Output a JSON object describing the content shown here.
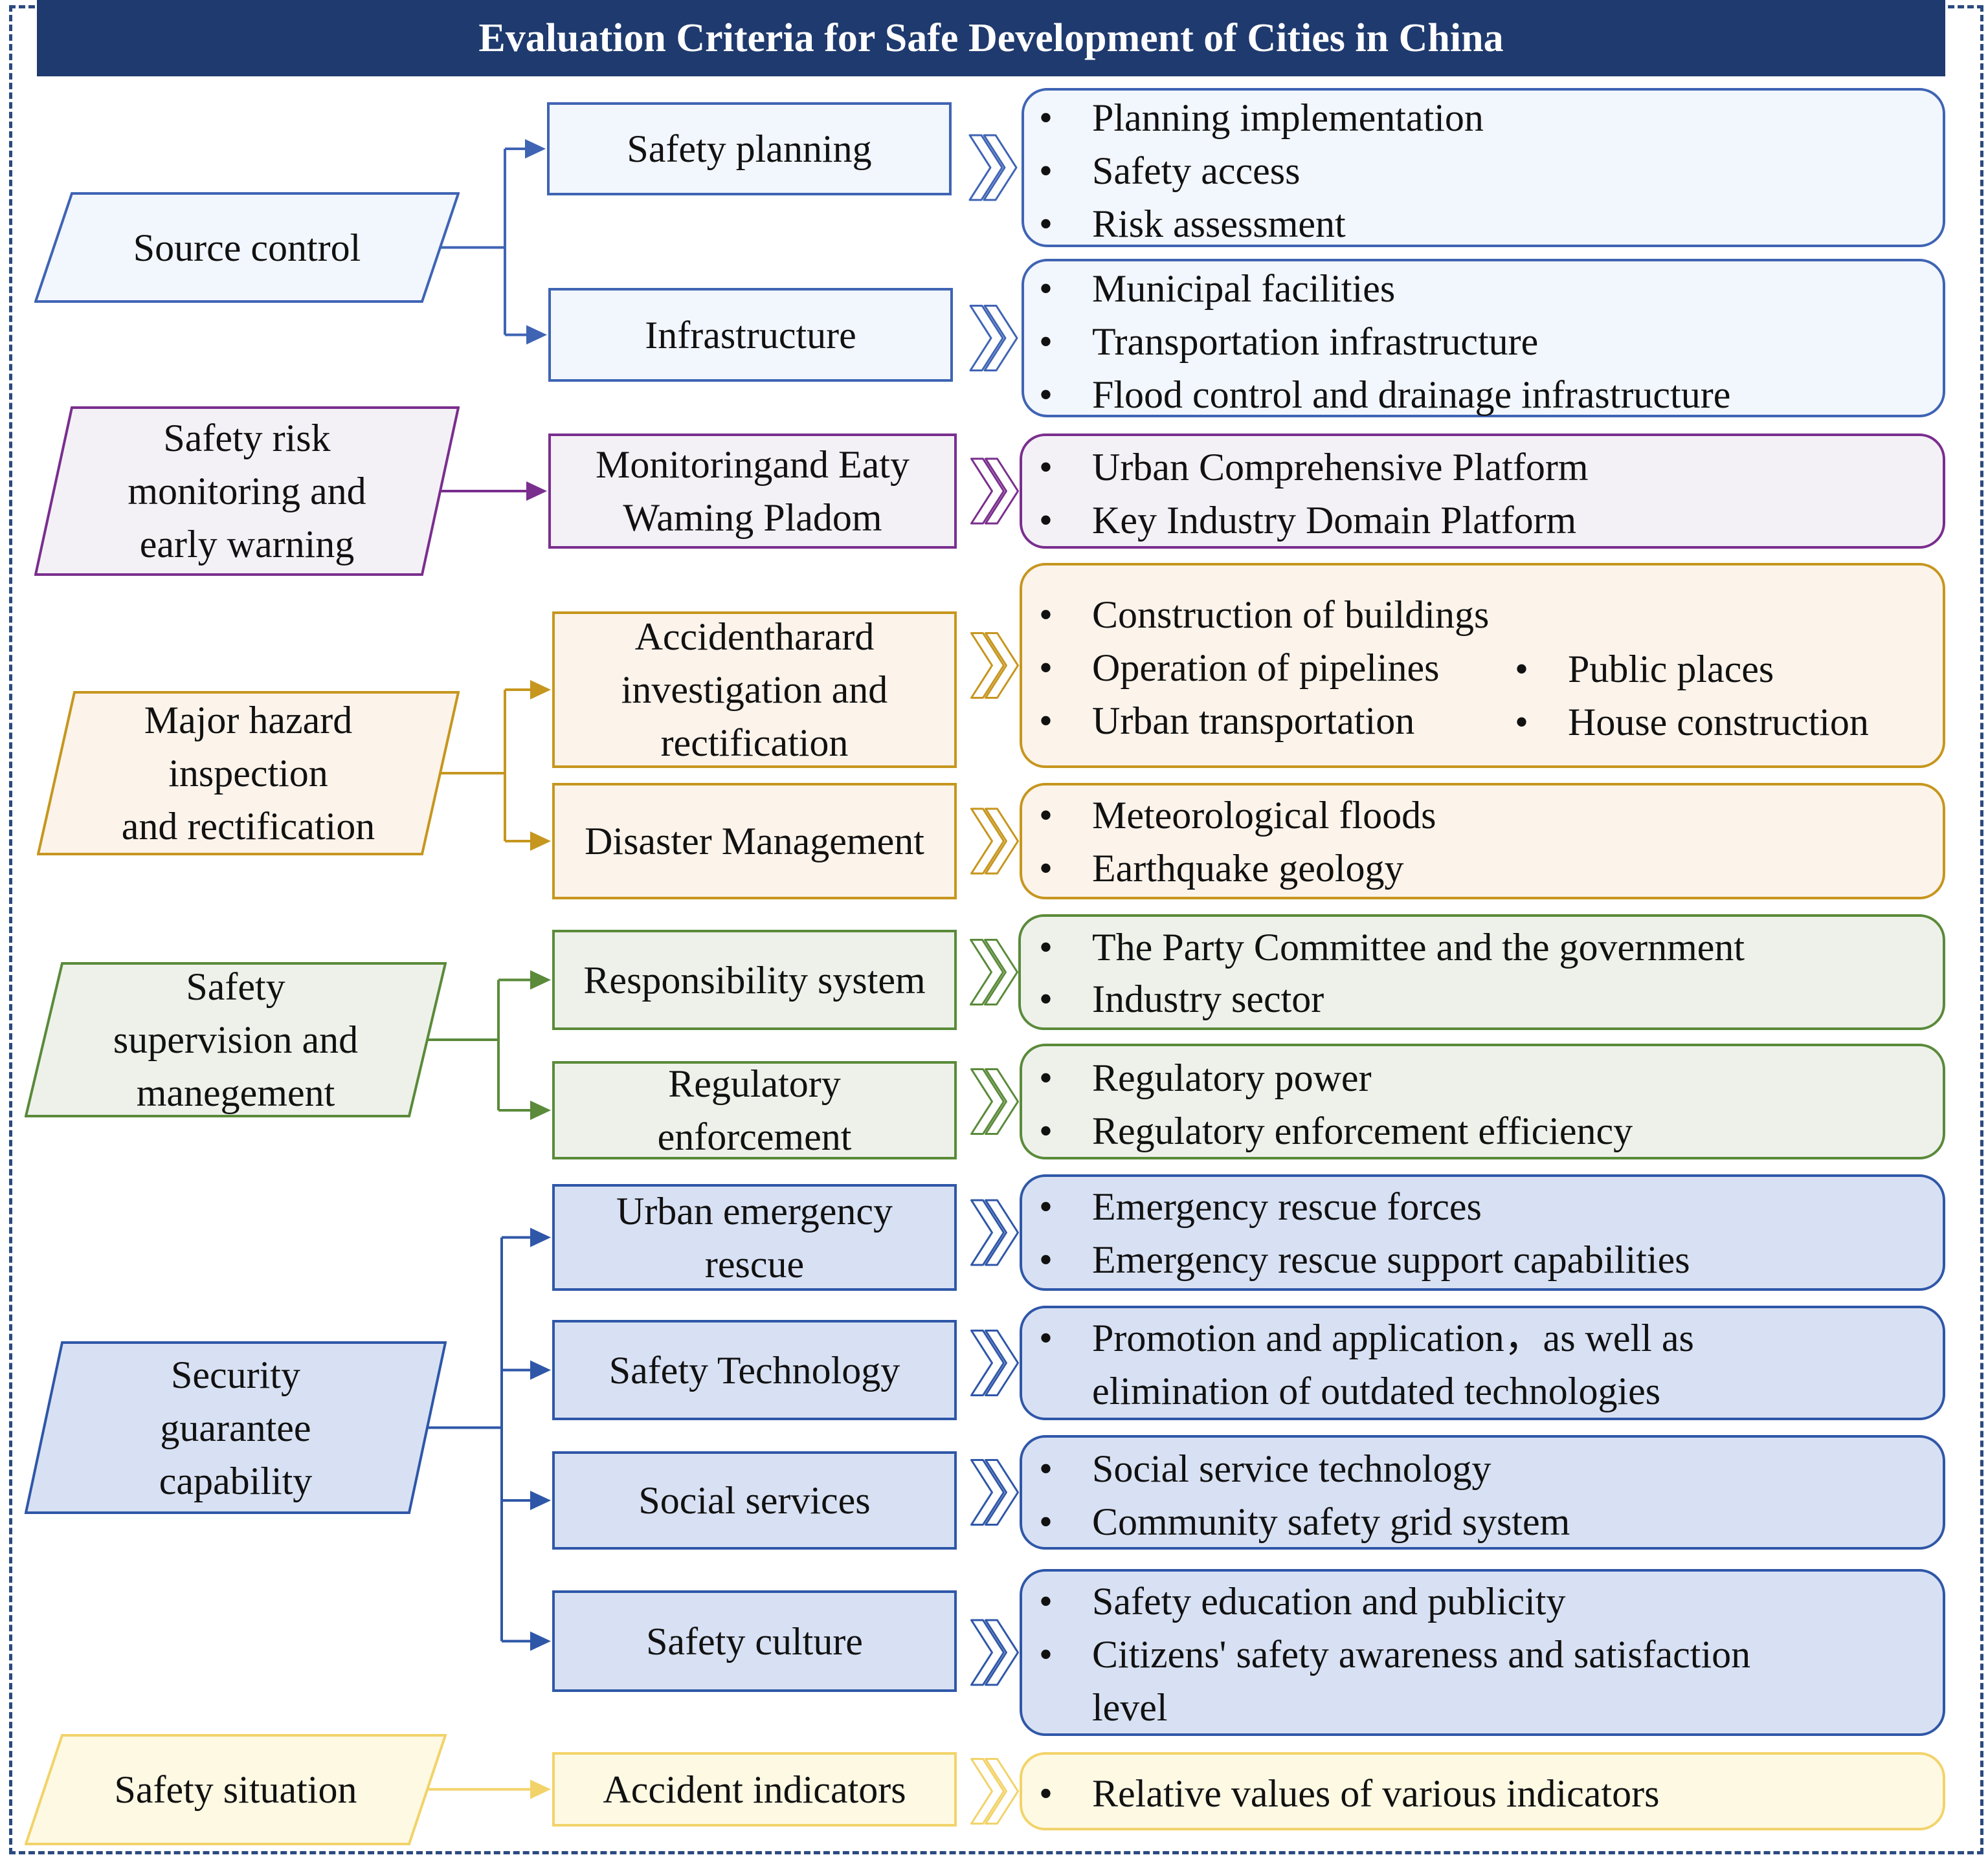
{
  "title": "Evaluation Criteria for Safe Development of Cities in China",
  "colors": {
    "blue_border": "#3f64b4",
    "blue_fill": "#f2f6fd",
    "purple_border": "#7a2e8e",
    "purple_fill": "#f4f1f6",
    "gold_border": "#c6961e",
    "gold_fill": "#fcf3ea",
    "green_border": "#5a8a3a",
    "green_fill": "#eef1ea",
    "sec_border": "#2f57a8",
    "sec_fill": "#d8e1f3",
    "yellow_border": "#f2d36a",
    "yellow_fill": "#fef9e3"
  },
  "bullet": "•",
  "groups": [
    {
      "label": [
        "Source control"
      ],
      "items": [
        {
          "label": [
            "Safety planning"
          ],
          "details": [
            "Planning implementation",
            "Safety access",
            "Risk assessment"
          ]
        },
        {
          "label": [
            "Infrastructure"
          ],
          "details": [
            "Municipal facilities",
            "Transportation infrastructure",
            "Flood control and drainage infrastructure"
          ]
        }
      ]
    },
    {
      "label": [
        "Safety risk",
        "monitoring and",
        "early warning"
      ],
      "items": [
        {
          "label": [
            "Monitoringand Eaty",
            "Waming Pladom"
          ],
          "details": [
            "Urban Comprehensive Platform",
            "Key Industry Domain Platform"
          ]
        }
      ]
    },
    {
      "label": [
        "Major hazard",
        "inspection",
        "and rectification"
      ],
      "items": [
        {
          "label": [
            "Accidentharard",
            "investigation and",
            "rectification"
          ],
          "details": [
            "Construction of buildings",
            "Operation of pipelines",
            "Urban transportation",
            "Public places",
            "House construction"
          ]
        },
        {
          "label": [
            "Disaster Management"
          ],
          "details": [
            "Meteorological floods",
            "Earthquake geology"
          ]
        }
      ]
    },
    {
      "label": [
        "Safety",
        "supervision and",
        "manegement"
      ],
      "items": [
        {
          "label": [
            "Responsibility system"
          ],
          "details": [
            "The Party Committee and the government",
            "Industry sector"
          ]
        },
        {
          "label": [
            "Regulatory",
            "enforcement"
          ],
          "details": [
            "Regulatory power",
            "Regulatory enforcement efficiency"
          ]
        }
      ]
    },
    {
      "label": [
        "Security",
        "guarantee",
        "capability"
      ],
      "items": [
        {
          "label": [
            "Urban emergency",
            "rescue"
          ],
          "details": [
            "Emergency rescue forces",
            "Emergency rescue support capabilities"
          ]
        },
        {
          "label": [
            "Safety Technology"
          ],
          "details": [
            "Promotion and application，as well as",
            "elimination of outdated technologies"
          ]
        },
        {
          "label": [
            "Social services"
          ],
          "details": [
            "Social service technology",
            "Community safety grid system"
          ]
        },
        {
          "label": [
            "Safety culture"
          ],
          "details": [
            "Safety education and publicity",
            "Citizens' safety awareness and satisfaction",
            "level"
          ]
        }
      ]
    },
    {
      "label": [
        "Safety situation"
      ],
      "items": [
        {
          "label": [
            "Accident indicators"
          ],
          "details": [
            "Relative values of various indicators"
          ]
        }
      ]
    }
  ]
}
